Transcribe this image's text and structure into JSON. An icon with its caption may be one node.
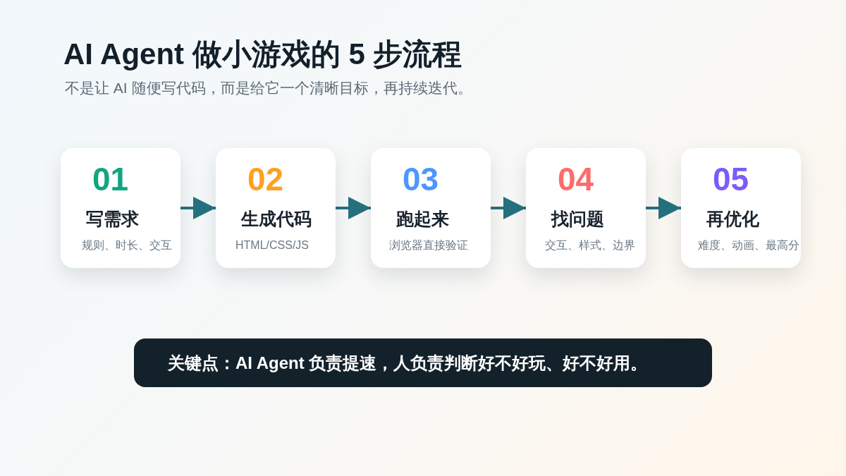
{
  "diagram": {
    "title": "AI Agent 做小游戏的 5 步流程",
    "nodes": [
      {
        "text": [
          "01",
          "写需求",
          "规则、时长、交互"
        ]
      },
      {
        "text": [
          "02",
          "生成代码",
          "HTML/CSS/JS"
        ]
      },
      {
        "text": [
          "03",
          "跑起来",
          "浏览器直接验证"
        ]
      },
      {
        "text": [
          "04",
          "找问题",
          "交互、样式、边界"
        ]
      },
      {
        "text": [
          "05",
          "再优化",
          "难度、动画、最高分"
        ]
      },
      {
        "text": [
          "关键点：AI Agent 负责提速，人负责判断好不好玩、好不好用。"
        ]
      }
    ],
    "edges": [
      {
        "from": 0,
        "to": 1,
        "arrow": "to"
      },
      {
        "from": 1,
        "to": 2,
        "arrow": "to"
      },
      {
        "from": 2,
        "to": 3,
        "arrow": "to"
      },
      {
        "from": 3,
        "to": 4,
        "arrow": "to"
      }
    ],
    "labels": [
      "不是让 AI 随便写代码，而是给它一个清晰目标，再持续迭代。"
    ]
  }
}
